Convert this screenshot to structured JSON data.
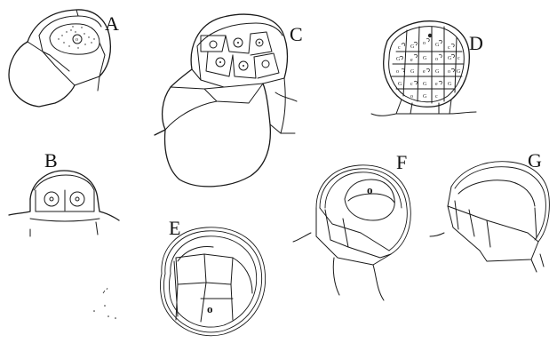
{
  "figure": {
    "panels": [
      {
        "id": "A",
        "label": "A",
        "cell_mark": "o"
      },
      {
        "id": "B",
        "label": "B"
      },
      {
        "id": "C",
        "label": "C"
      },
      {
        "id": "D",
        "label": "D"
      },
      {
        "id": "E",
        "label": "E",
        "cell_mark": "o"
      },
      {
        "id": "F",
        "label": "F",
        "cell_mark": "o"
      },
      {
        "id": "G",
        "label": "G"
      }
    ],
    "ink_color": "#1a1a1a",
    "background_color": "#ffffff"
  }
}
